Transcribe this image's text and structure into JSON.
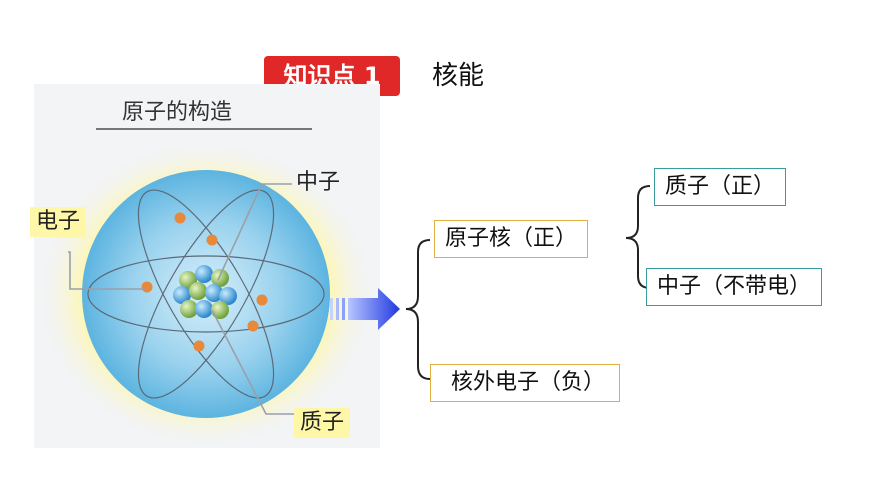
{
  "header": {
    "tag_label": "知识点 1",
    "topic_title": "核能"
  },
  "figure": {
    "title": "原子的构造",
    "labels": {
      "electron": "电子",
      "neutron": "中子",
      "proton": "质子"
    }
  },
  "structure": {
    "nucleus": "原子核（正）",
    "proton": "质子（正）",
    "neutron": "中子（不带电）",
    "electrons": "核外电子（负）"
  },
  "colors": {
    "tag_bg": "#e02828",
    "atom_cloud": "#7fc4e6",
    "atom_glow": "#fff7a8",
    "electron": "#e8883a",
    "proton": "#3a94d8",
    "neutron": "#8ab84a",
    "arrow": "#3050e0",
    "box_yellow_border": "#e0b040",
    "box_teal_border": "#3a9c9c"
  },
  "icons": {
    "arrow": "right-arrow-icon",
    "brace": "curly-brace-icon"
  }
}
